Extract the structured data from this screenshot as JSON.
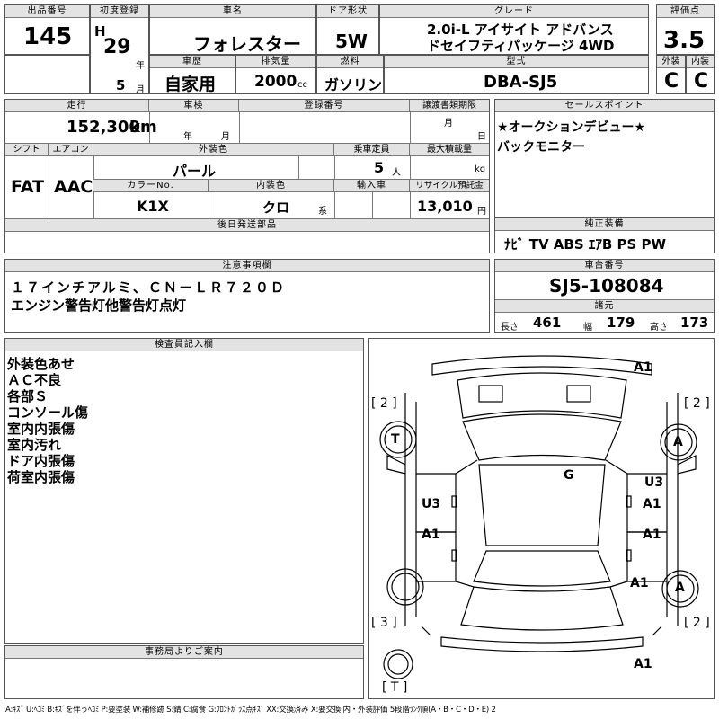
{
  "header": {
    "lot_label": "出品番号",
    "lot": "145",
    "reg_label": "初度登録",
    "era": "H",
    "year": "29",
    "year_unit": "年",
    "month": "5",
    "month_unit": "月",
    "name_label": "車名",
    "name": "フォレスター",
    "door_label": "ドア形状",
    "door": "5W",
    "grade_label": "グレード",
    "grade_line1": "2.0i-L アイサイト アドバンス",
    "grade_line2": "ドセイフティパッケージ 4WD",
    "score_label": "評価点",
    "score": "3.5",
    "history_label": "車歴",
    "history": "自家用",
    "displacement_label": "排気量",
    "displacement": "2000",
    "displacement_unit": "cc",
    "fuel_label": "燃料",
    "fuel": "ガソリン",
    "model_label": "型式",
    "model": "DBA-SJ5",
    "ext_grade_label": "外装",
    "ext_grade": "C",
    "int_grade_label": "内装",
    "int_grade": "C"
  },
  "row2": {
    "mileage_label": "走行",
    "mileage": "152,300",
    "mileage_unit": "km",
    "inspection_label": "車検",
    "insp_year_unit": "年",
    "insp_month_unit": "月",
    "regno_label": "登録番号",
    "transfer_label": "譲渡書類期限",
    "transfer_month_unit": "月",
    "transfer_day_unit": "日",
    "shift_label": "シフト",
    "shift": "FAT",
    "ac_label": "エアコン",
    "ac": "AAC",
    "color_label": "外装色",
    "color": "パール",
    "capacity_label": "乗車定員",
    "capacity": "5",
    "capacity_unit": "人",
    "load_label": "最大積載量",
    "load_unit": "kg",
    "colorno_label": "カラーNo.",
    "colorno": "K1X",
    "interior_label": "内装色",
    "interior": "クロ",
    "interior_unit": "系",
    "import_label": "輸入車",
    "recycle_label": "リサイクル預託金",
    "recycle": "13,010",
    "recycle_unit": "円",
    "parts_label": "後日発送部品"
  },
  "sales": {
    "label": "セールスポイント",
    "lines": [
      "★オークションデビュー★",
      "バックモニター"
    ]
  },
  "equipment": {
    "label": "純正装備",
    "items": "ﾅﾋﾞ  TV  ABS ｴｱB PS PW"
  },
  "notes": {
    "label": "注意事項欄",
    "lines": [
      "１７インチアルミ、ＣＮ－ＬＲ７２０Ｄ",
      "エンジン警告灯他警告灯点灯"
    ]
  },
  "chassis": {
    "label": "車台番号",
    "number": "SJ5-108084",
    "dims_label": "諸元",
    "length_label": "長さ",
    "length": "461",
    "width_label": "幅",
    "width": "179",
    "height_label": "高さ",
    "height": "173"
  },
  "inspector": {
    "label": "検査員記入欄",
    "lines": [
      "外装色あせ",
      "ＡＣ不良",
      "各部Ｓ",
      "コンソール傷",
      "室内内張傷",
      "室内汚れ",
      "ドア内張傷",
      "荷室内張傷"
    ]
  },
  "office": {
    "label": "事務局よりご案内"
  },
  "diagram": {
    "marks": {
      "front_bumper": "A1",
      "left_front": "U3",
      "left_rear": "A1",
      "right_front_top": "U3",
      "right_front": "A1",
      "right_rear": "A1",
      "right_rear_fender": "A1",
      "rear_bumper": "A1",
      "roof": "G",
      "tire_fr": "A",
      "tire_rr": "A"
    },
    "side_counts": {
      "left_top": "[ 2 ]",
      "right_top": "[ 2 ]",
      "left_bottom": "[ 3 ]",
      "right_bottom": "[ 2 ]",
      "tire_lf": "T",
      "tire_bottom": "[ T ]"
    }
  },
  "legend": "A:ｷｽﾞ  U:ﾍｺﾐ  B:ｷｽﾞを伴うﾍｺﾐ  P:要塗装  W:補修跡  S:錆  C:腐食  G:ﾌﾛﾝﾄｶﾞﾗｽ点ｷｽﾞ  XX:交換済み  X:要交換   内・外装評価  5段階ﾗﾝｸ順(A・B・C・D・E)  2"
}
